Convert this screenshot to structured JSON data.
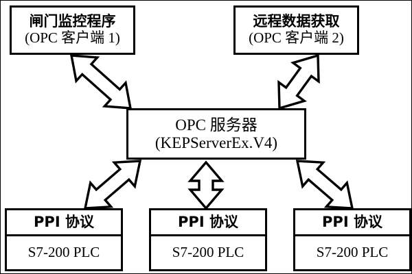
{
  "diagram": {
    "title": "OPC architecture block diagram",
    "colors": {
      "stroke": "#000000",
      "fill": "#ffffff",
      "background": "#ffffff"
    },
    "clients": [
      {
        "id": "client1",
        "line1": "闸门监控程序",
        "line2": "(OPC 客户端 1)"
      },
      {
        "id": "client2",
        "line1": "远程数据获取",
        "line2": "(OPC 客户端 2)"
      }
    ],
    "server": {
      "line1": "OPC 服务器",
      "line2": "(KEPServerEx.V4)"
    },
    "plcs": [
      {
        "id": "plc1",
        "protocol": "PPI 协议",
        "device": "S7-200 PLC"
      },
      {
        "id": "plc2",
        "protocol": "PPI 协议",
        "device": "S7-200 PLC"
      },
      {
        "id": "plc3",
        "protocol": "PPI 协议",
        "device": "S7-200 PLC"
      }
    ],
    "connectors": [
      {
        "id": "client1-server",
        "from": "client1",
        "to": "server",
        "style": "double-headed-block-arrow",
        "direction": "diagonal-down-right"
      },
      {
        "id": "client2-server",
        "from": "client2",
        "to": "server",
        "style": "double-headed-block-arrow",
        "direction": "diagonal-down-left"
      },
      {
        "id": "server-plc1",
        "from": "server",
        "to": "plc1",
        "style": "double-headed-block-arrow",
        "direction": "diagonal-down-left"
      },
      {
        "id": "server-plc2",
        "from": "server",
        "to": "plc2",
        "style": "double-headed-block-arrow",
        "direction": "vertical"
      },
      {
        "id": "server-plc3",
        "from": "server",
        "to": "plc3",
        "style": "double-headed-block-arrow",
        "direction": "diagonal-down-right"
      }
    ]
  }
}
